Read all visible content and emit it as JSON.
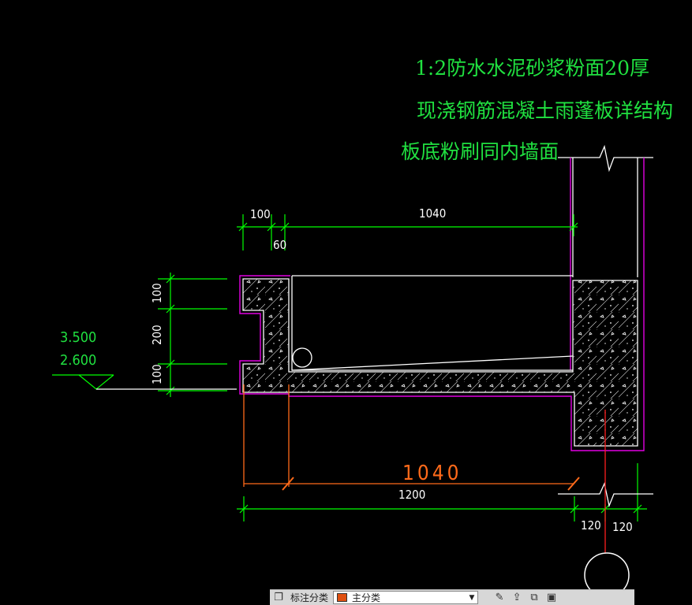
{
  "notes": {
    "line1": "1:2防水水泥砂浆粉面20厚",
    "line2": "现浇钢筋混凝土雨蓬板详结构",
    "line3": "板底粉刷同内墙面"
  },
  "dimensions": {
    "top_100": "100",
    "top_60": "60",
    "top_1040": "1040",
    "left_100_top": "100",
    "left_200": "200",
    "left_100_bottom": "100",
    "orange_1040": "1040",
    "bottom_1200": "1200",
    "bottom_120_left": "120",
    "bottom_120_right": "120"
  },
  "elevations": {
    "upper": "3.500",
    "lower": "2.600"
  },
  "colors": {
    "background": "#000000",
    "note_text": "#20e040",
    "dim_line": "#00ff00",
    "dim_text": "#ffffff",
    "outline": "#ffffff",
    "finish_layer": "#e000e0",
    "orange_dim": "#ff6a1a",
    "axis": "#ff2020"
  },
  "toolbar": {
    "left_icon": "layers-icon",
    "label": "标注分类",
    "select_value": "主分类",
    "select_color": "#e05010",
    "right_icons": [
      "edit-icon",
      "upload-icon",
      "copy-icon",
      "save-icon"
    ]
  }
}
